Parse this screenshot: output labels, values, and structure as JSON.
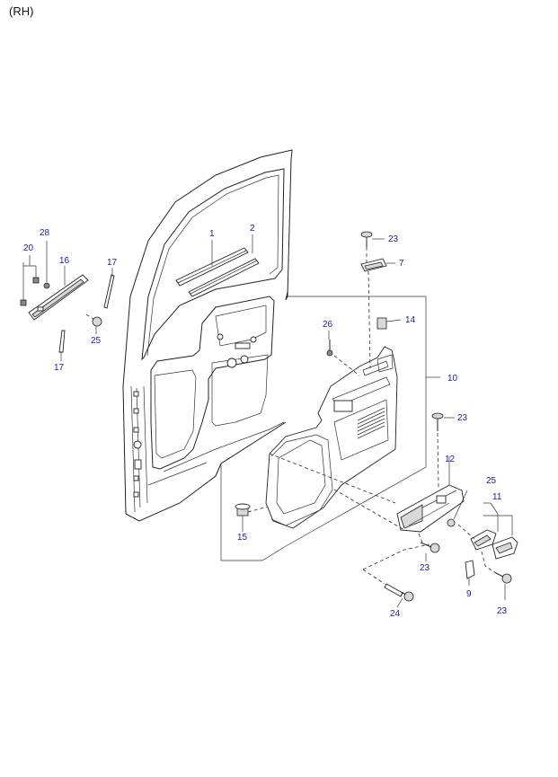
{
  "title": "(RH)",
  "callouts": [
    {
      "id": "c1",
      "text": "1"
    },
    {
      "id": "c2",
      "text": "2"
    },
    {
      "id": "c7",
      "text": "7"
    },
    {
      "id": "c9",
      "text": "9"
    },
    {
      "id": "c10",
      "text": "10"
    },
    {
      "id": "c11",
      "text": "11"
    },
    {
      "id": "c12",
      "text": "12"
    },
    {
      "id": "c14",
      "text": "14"
    },
    {
      "id": "c15",
      "text": "15"
    },
    {
      "id": "c16",
      "text": "16"
    },
    {
      "id": "c17a",
      "text": "17"
    },
    {
      "id": "c17b",
      "text": "17"
    },
    {
      "id": "c20",
      "text": "20"
    },
    {
      "id": "c23a",
      "text": "23"
    },
    {
      "id": "c23b",
      "text": "23"
    },
    {
      "id": "c23c",
      "text": "23"
    },
    {
      "id": "c23d",
      "text": "23"
    },
    {
      "id": "c24",
      "text": "24"
    },
    {
      "id": "c25a",
      "text": "25"
    },
    {
      "id": "c25b",
      "text": "25"
    },
    {
      "id": "c26",
      "text": "26"
    },
    {
      "id": "c28",
      "text": "28"
    }
  ]
}
